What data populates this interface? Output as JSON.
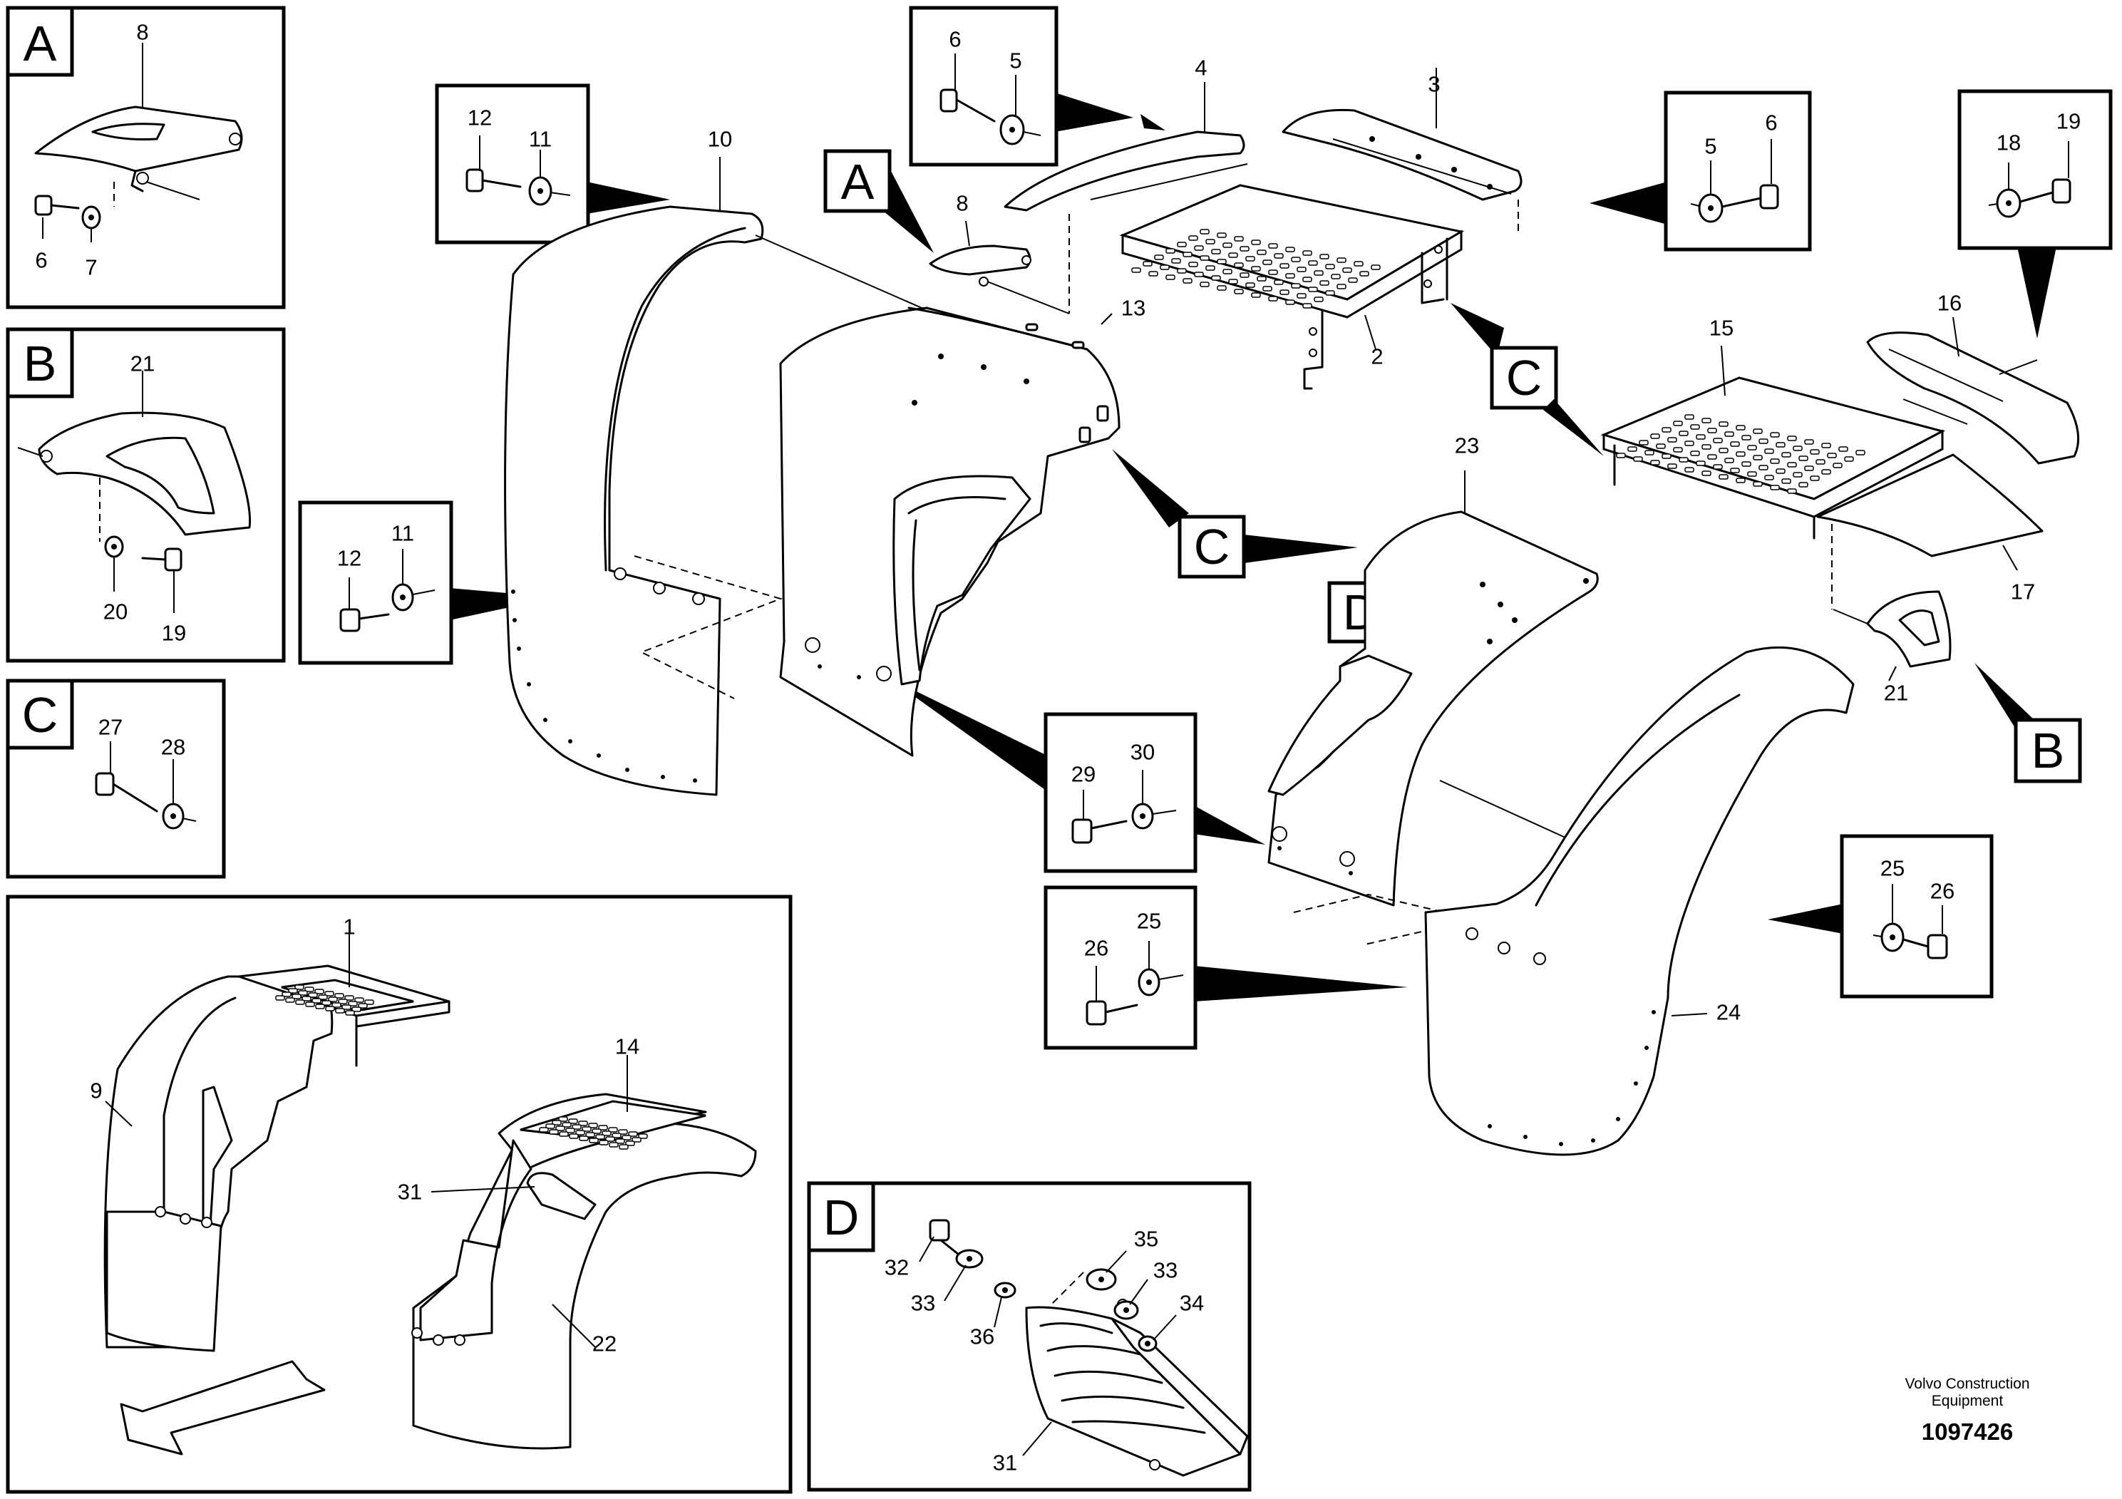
{
  "detail_boxes": {
    "A": "A",
    "B": "B",
    "C": "C",
    "D": "D"
  },
  "callout_letters": {
    "A": "A",
    "B": "B",
    "C1": "C",
    "C2": "C",
    "D": "D"
  },
  "part_numbers": {
    "p1": "1",
    "p2": "2",
    "p3": "3",
    "p4": "4",
    "p5a": "5",
    "p5b": "5",
    "p6a": "6",
    "p6b": "6",
    "p6c": "6",
    "p7": "7",
    "p8a": "8",
    "p8b": "8",
    "p9": "9",
    "p10": "10",
    "p11a": "11",
    "p11b": "11",
    "p12a": "12",
    "p12b": "12",
    "p13": "13",
    "p14": "14",
    "p15": "15",
    "p16": "16",
    "p17": "17",
    "p18": "18",
    "p19a": "19",
    "p19b": "19",
    "p20": "20",
    "p21a": "21",
    "p21b": "21",
    "p22": "22",
    "p23": "23",
    "p24": "24",
    "p25a": "25",
    "p25b": "25",
    "p26a": "26",
    "p26b": "26",
    "p27": "27",
    "p28": "28",
    "p29": "29",
    "p30": "30",
    "p31a": "31",
    "p31b": "31",
    "p32": "32",
    "p33a": "33",
    "p33b": "33",
    "p34": "34",
    "p35": "35",
    "p36": "36"
  },
  "footer": {
    "brand_line1": "Volvo Construction",
    "brand_line2": "Equipment",
    "document_number": "1097426"
  },
  "icons": {
    "direction_arrow": "forward-direction-arrow-icon"
  }
}
